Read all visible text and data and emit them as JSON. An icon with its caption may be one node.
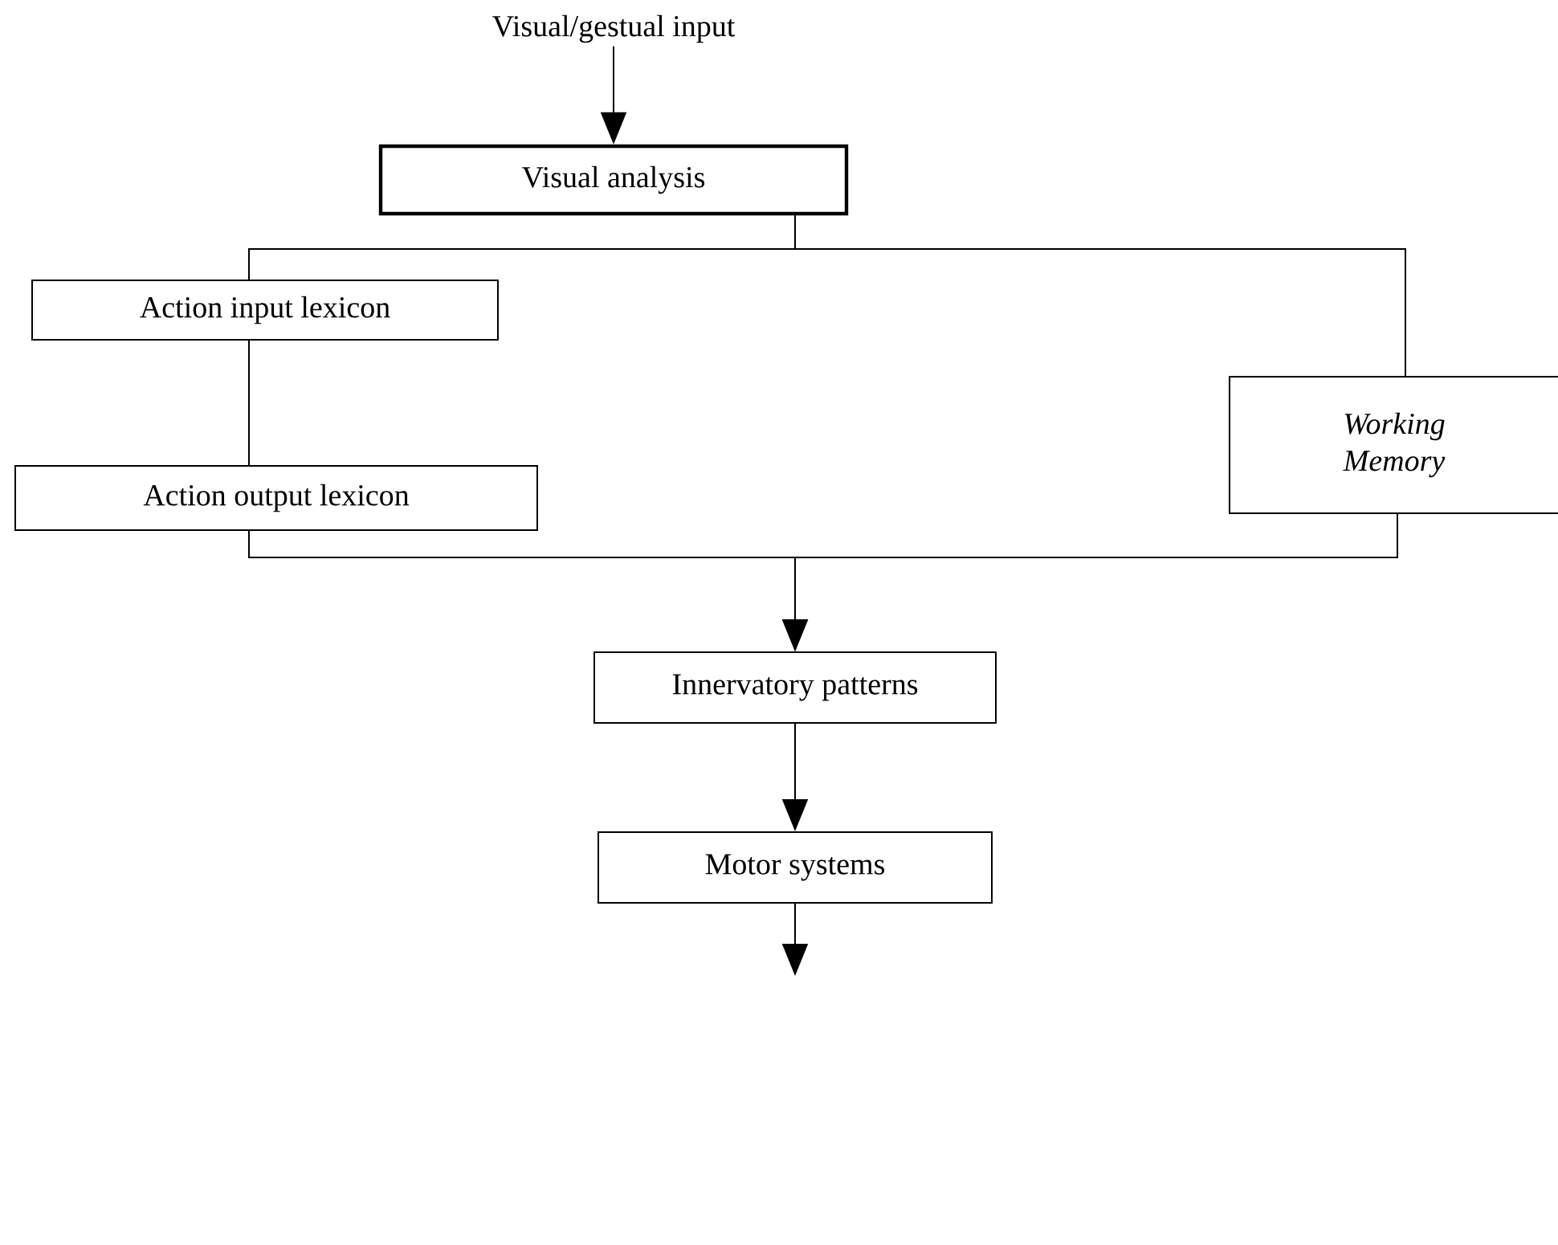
{
  "diagram": {
    "nodes": [
      {
        "text": [
          "Visual/gestual input"
        ]
      },
      {
        "text": [
          "Visual analysis"
        ]
      },
      {
        "text": [
          "Action input lexicon"
        ]
      },
      {
        "text": [
          "Working Memory"
        ]
      },
      {
        "text": [
          "Action output lexicon"
        ]
      },
      {
        "text": [
          "Innervatory patterns"
        ]
      },
      {
        "text": [
          "Motor systems"
        ]
      }
    ],
    "edges": [
      {
        "from": 0,
        "to": 1,
        "arrow": "to"
      },
      {
        "from": 1,
        "to": 2,
        "arrow": "none"
      },
      {
        "from": 1,
        "to": 3,
        "arrow": "none"
      },
      {
        "from": 2,
        "to": 4,
        "arrow": "none"
      },
      {
        "from": 4,
        "to": 5,
        "arrow": "to"
      },
      {
        "from": 3,
        "to": 5,
        "arrow": "to"
      },
      {
        "from": 5,
        "to": 6,
        "arrow": "to"
      },
      {
        "from": 6,
        "to": null,
        "arrow": "to"
      }
    ]
  }
}
